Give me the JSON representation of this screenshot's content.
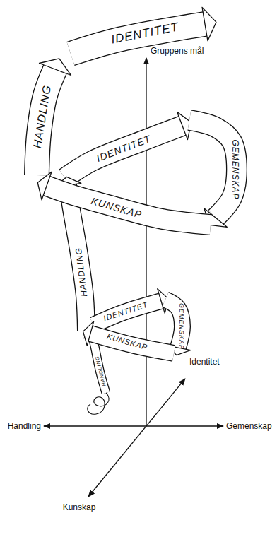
{
  "diagram": {
    "labels": [
      "IDENTITET",
      "HANDLING",
      "Gruppens mål",
      "IDENTITET",
      "GEMENSKAP",
      "KUNSKAP",
      "HANDLING",
      "IDENTITET",
      "GEMENSKAP",
      "KUNSKAP",
      "HANDLING",
      "Identitet",
      "Handling",
      "Gemenskap",
      "Kunskap"
    ]
  }
}
